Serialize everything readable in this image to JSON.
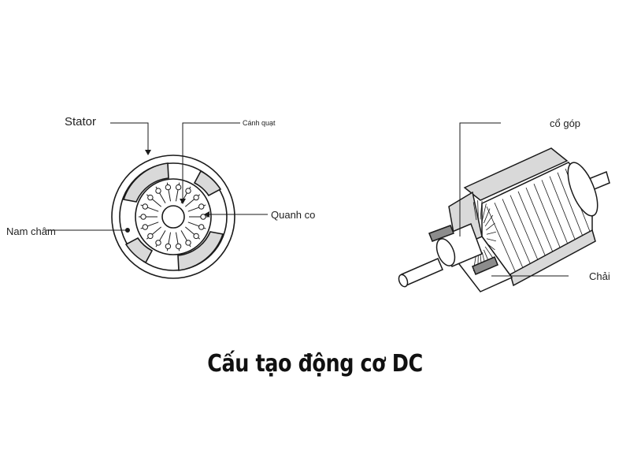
{
  "labels": {
    "stator": "Stator",
    "canh_quat": "Cánh quạt",
    "nam_cham": "Nam châm",
    "quanh_co": "Quanh co",
    "co_gop": "cổ góp",
    "chai": "Chải"
  },
  "caption": "Cấu tạo động cơ DC",
  "colors": {
    "stroke": "#1a1a1a",
    "fill_gray": "#d9d9d9",
    "fill_dark": "#8c8c8c"
  }
}
